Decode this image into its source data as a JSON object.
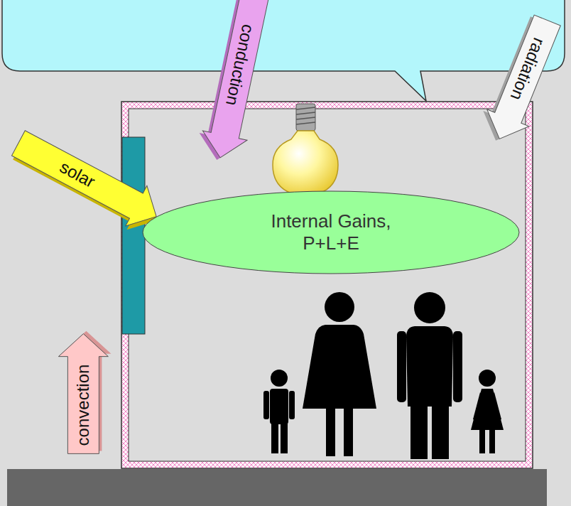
{
  "diagram": {
    "nodes": [
      {
        "text": [
          "conduction"
        ]
      },
      {
        "text": [
          "radiation"
        ]
      },
      {
        "text": [
          "solar"
        ]
      },
      {
        "text": [
          "Internal Gains, P+L+E"
        ]
      },
      {
        "text": [
          "convection"
        ]
      }
    ]
  }
}
